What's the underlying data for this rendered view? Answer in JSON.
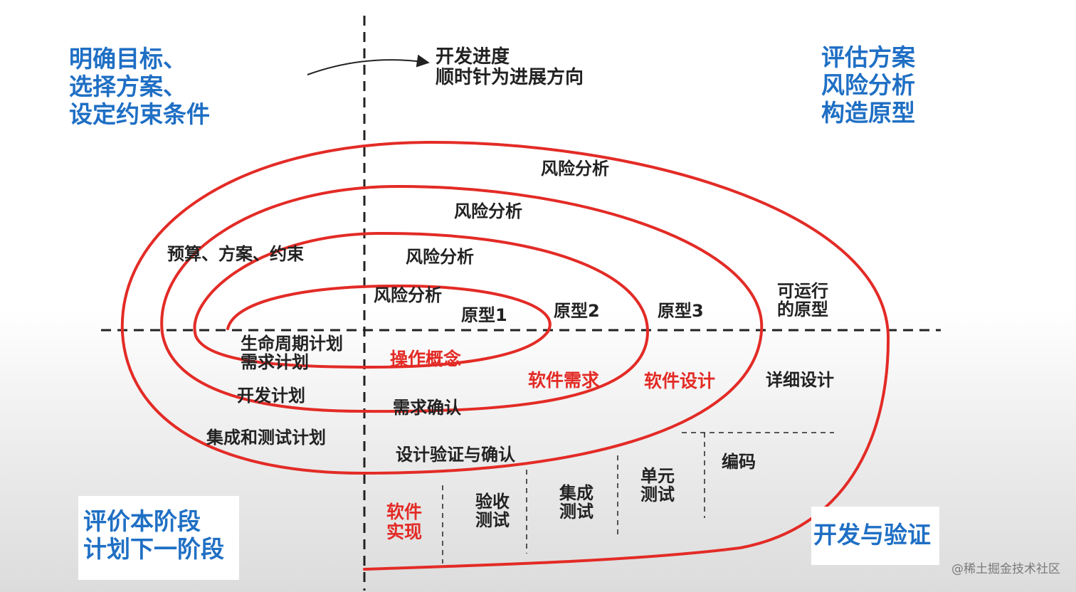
{
  "quadrants": {
    "top_left": "明确目标、\n选择方案、\n设定约束条件",
    "top_right": "评估方案\n风险分析\n构造原型",
    "bottom_left": "评价本阶段\n计划下一阶段",
    "bottom_right": "开发与验证"
  },
  "direction_note": "开发进度\n顺时针为进展方向",
  "risk_analysis": [
    "风险分析",
    "风险分析",
    "风险分析",
    "风险分析"
  ],
  "prototypes": [
    "原型1",
    "原型2",
    "原型3",
    "可运行\n的原型"
  ],
  "plans": {
    "budget": "预算、方案、约束",
    "lifecycle": "生命周期计划\n需求计划",
    "development": "开发计划",
    "integration": "集成和测试计划"
  },
  "phases": {
    "operation_concept": "操作概念",
    "software_requirements": "软件需求",
    "software_design": "软件设计",
    "detailed_design": "详细设计",
    "requirements_confirmation": "需求确认",
    "design_verification": "设计验证与确认",
    "coding": "编码",
    "unit_test": "单元\n测试",
    "integration_test": "集成\n测试",
    "acceptance_test": "验收\n测试",
    "software_implementation": "软件\n实现"
  },
  "watermark": "@稀土掘金技术社区",
  "colors": {
    "quadrant_text": "#1f6fc4",
    "spiral": "#e32b26",
    "axes": "#222222"
  }
}
